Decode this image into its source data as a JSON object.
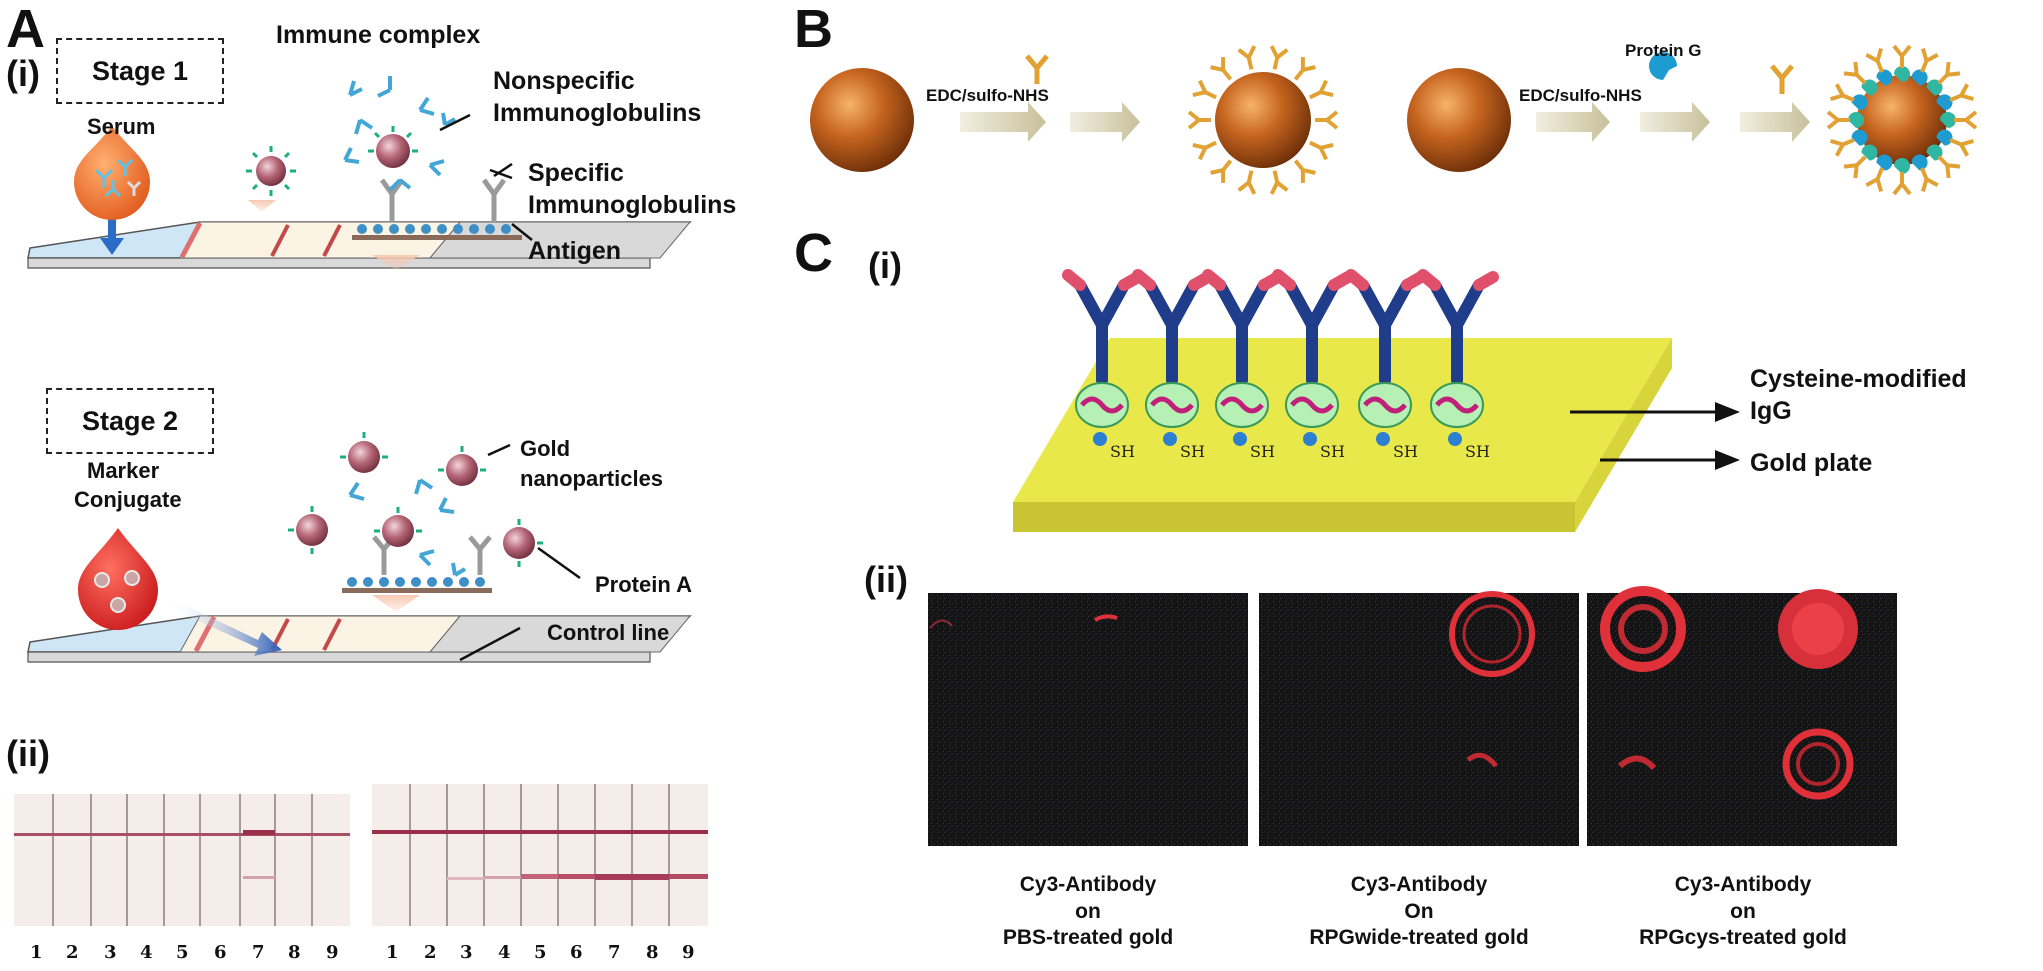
{
  "panels": {
    "A": {
      "letter": "A",
      "sub_i": "(i)",
      "sub_ii": "(ii)",
      "stage1": "Stage 1",
      "serum": "Serum",
      "immune_complex": "Immune complex",
      "nonspecific_1": "Nonspecific",
      "nonspecific_2": "Immunoglobulins",
      "specific_1": "Specific",
      "specific_2": "Immunoglobulins",
      "antigen": "Antigen",
      "stage2": "Stage 2",
      "marker_1": "Marker",
      "marker_2": "Conjugate",
      "gold_1": "Gold",
      "gold_2": "nanoparticles",
      "protein_a": "Protein A",
      "control_line": "Control line",
      "strip_numbers_left": [
        "1",
        "2",
        "3",
        "4",
        "5",
        "6",
        "7",
        "8",
        "9"
      ],
      "strip_numbers_right": [
        "1",
        "2",
        "3",
        "4",
        "5",
        "6",
        "7",
        "8",
        "9"
      ]
    },
    "B": {
      "letter": "B",
      "edc_1": "EDC/sulfo-NHS",
      "edc_2": "EDC/sulfo-NHS",
      "protein_g": "Protein G"
    },
    "C": {
      "letter": "C",
      "sub_i": "(i)",
      "sub_ii": "(ii)",
      "cys_1": "Cysteine-modified",
      "cys_2": "IgG",
      "gold_plate": "Gold plate",
      "sh": "SH",
      "captions": [
        {
          "l1": "Cy3-Antibody",
          "l2": "on",
          "l3": "PBS-treated gold"
        },
        {
          "l1": "Cy3-Antibody",
          "l2": "On",
          "l3": "RPGwide-treated gold"
        },
        {
          "l1": "Cy3-Antibody",
          "l2": "on",
          "l3": "RPGcys-treated gold"
        }
      ]
    }
  },
  "colors": {
    "strip_blue": "#cfe6f6",
    "test_line": "#c44a4a",
    "gold_particle": "#c7651f",
    "antibody_orange": "#e1a233",
    "gold_plate": "#e9e84a",
    "fluorescence_red": "#e0303a"
  }
}
